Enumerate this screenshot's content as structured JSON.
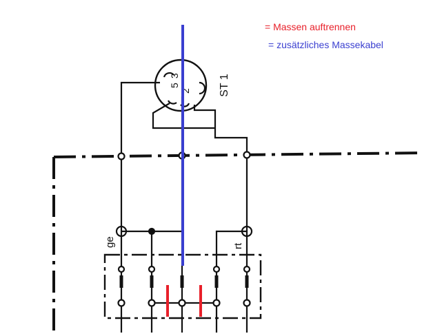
{
  "legend": {
    "red": "= Massen auftrennen",
    "blue": "= zusätzliches Massekabel"
  },
  "connector": {
    "label": "ST 1",
    "pin_a": "5",
    "pin_b": "3",
    "pin_c": "2"
  },
  "wires": {
    "left_label": "ge",
    "right_label": "rt"
  },
  "colors": {
    "line": "#111111",
    "red_mark": "#e8202a",
    "blue_cable": "#3a3fd0"
  }
}
